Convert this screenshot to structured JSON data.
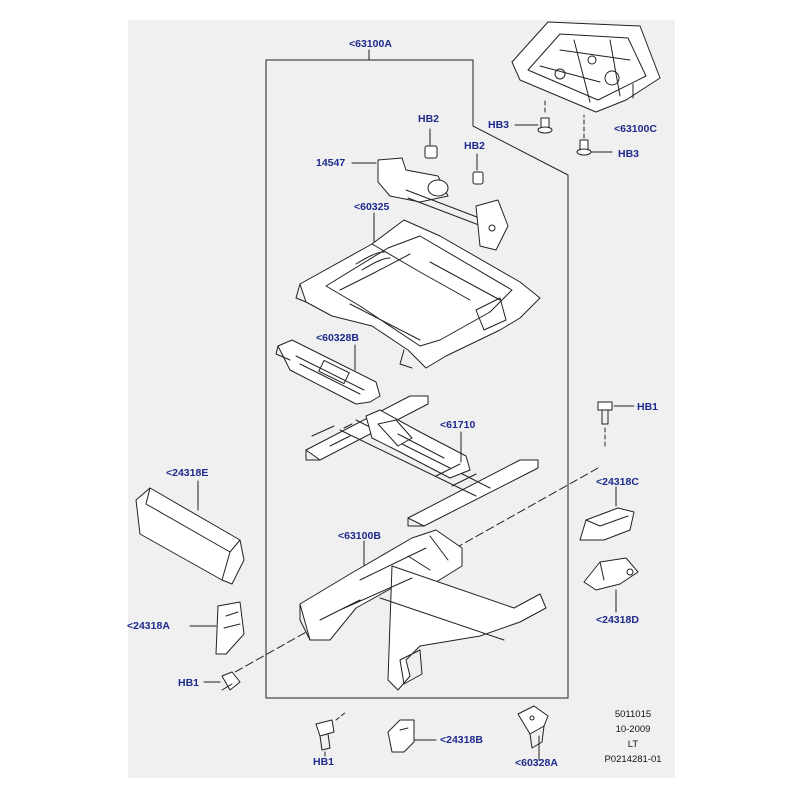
{
  "labels": {
    "p63100A": "<63100A",
    "p63100C": "<63100C",
    "hb3_top": "HB3",
    "hb3_bottom": "HB3",
    "hb2_left": "HB2",
    "hb2_right": "HB2",
    "p14547": "14547",
    "p60325": "<60325",
    "p60328B": "<60328B",
    "p61710": "<61710",
    "hb1_right": "HB1",
    "p24318E": "<24318E",
    "p24318C": "<24318C",
    "p63100B": "<63100B",
    "p24318D": "<24318D",
    "p24318A": "<24318A",
    "hb1_left": "HB1",
    "hb1_bottom": "HB1",
    "p24318B": "<24318B",
    "p60328A": "<60328A"
  },
  "meta": {
    "ref": "5011015",
    "date": "10-2009",
    "code": "LT",
    "image_id": "P0214281-01"
  },
  "colors": {
    "label": "#1e2a8c",
    "panel": "#f0f0f0",
    "line": "#222222"
  }
}
